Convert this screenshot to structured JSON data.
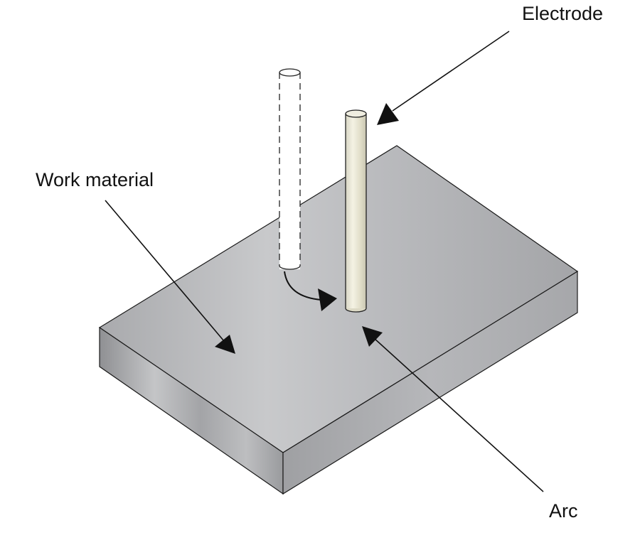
{
  "labels": {
    "electrode": "Electrode",
    "work_material": "Work material",
    "arc": "Arc"
  }
}
